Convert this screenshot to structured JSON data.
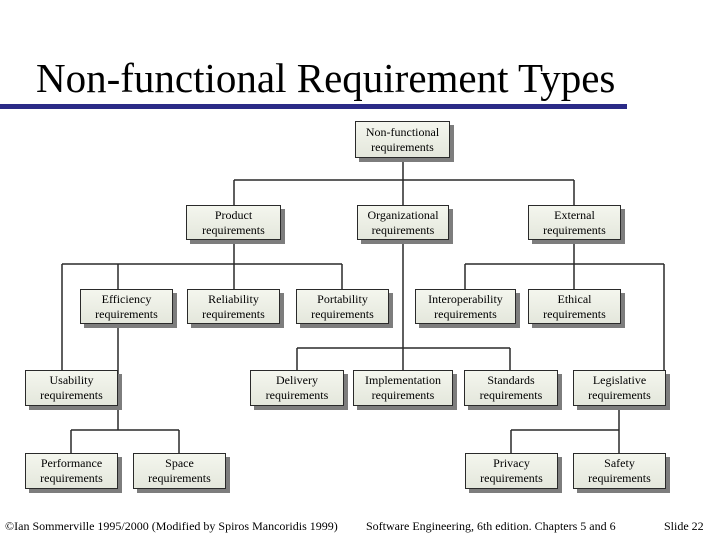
{
  "title": "Non-functional Requirement Types",
  "colors": {
    "title_bar": "#2b2b87",
    "node_fill": "#eceee6",
    "node_border": "#2a2a2a",
    "node_shadow": "#7d7d7d"
  },
  "nodes": {
    "nonfunctional": [
      "Non-functional",
      "requirements"
    ],
    "product": [
      "Product",
      "requirements"
    ],
    "organizational": [
      "Organizational",
      "requirements"
    ],
    "external": [
      "External",
      "requirements"
    ],
    "efficiency": [
      "Efficiency",
      "requirements"
    ],
    "reliability": [
      "Reliability",
      "requirements"
    ],
    "portability": [
      "Portability",
      "requirements"
    ],
    "interoperability": [
      "Interoperability",
      "requirements"
    ],
    "ethical": [
      "Ethical",
      "requirements"
    ],
    "usability": [
      "Usability",
      "requirements"
    ],
    "delivery": [
      "Delivery",
      "requirements"
    ],
    "implementation": [
      "Implementation",
      "requirements"
    ],
    "standards": [
      "Standards",
      "requirements"
    ],
    "legislative": [
      "Legislative",
      "requirements"
    ],
    "performance": [
      "Performance",
      "requirements"
    ],
    "space": [
      "Space",
      "requirements"
    ],
    "privacy": [
      "Privacy",
      "requirements"
    ],
    "safety": [
      "Safety",
      "requirements"
    ]
  },
  "footer": {
    "copyright": "©Ian Sommerville 1995/2000 (Modified by Spiros Mancoridis 1999)",
    "book": "Software Engineering, 6th edition. Chapters 5 and 6",
    "slide": "Slide  22"
  }
}
